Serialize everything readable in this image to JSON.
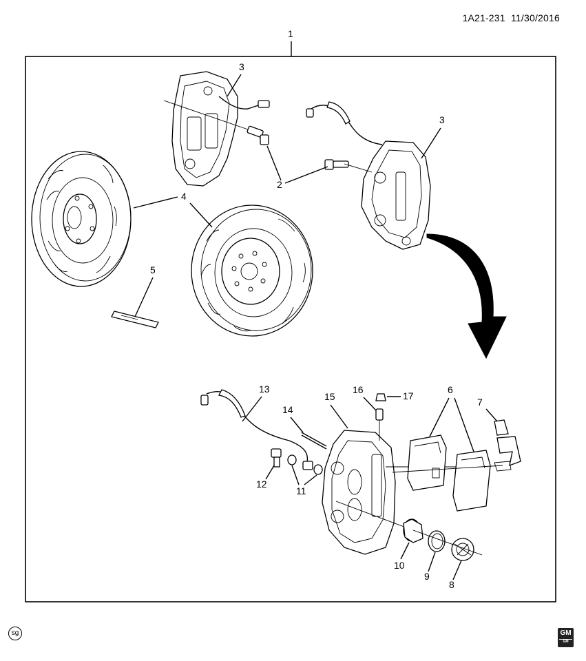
{
  "header": {
    "code": "1A21-231",
    "date": "11/30/2016"
  },
  "callouts": {
    "c1": "1",
    "c2": "2",
    "c3a": "3",
    "c3b": "3",
    "c4": "4",
    "c5": "5",
    "c6": "6",
    "c7": "7",
    "c8": "8",
    "c9": "9",
    "c10": "10",
    "c11": "11",
    "c12": "12",
    "c13": "13",
    "c14": "14",
    "c15": "15",
    "c16": "16",
    "c17": "17"
  },
  "footer": {
    "sg_badge": "sg",
    "logo": "GM",
    "logo_sub": "GM"
  }
}
